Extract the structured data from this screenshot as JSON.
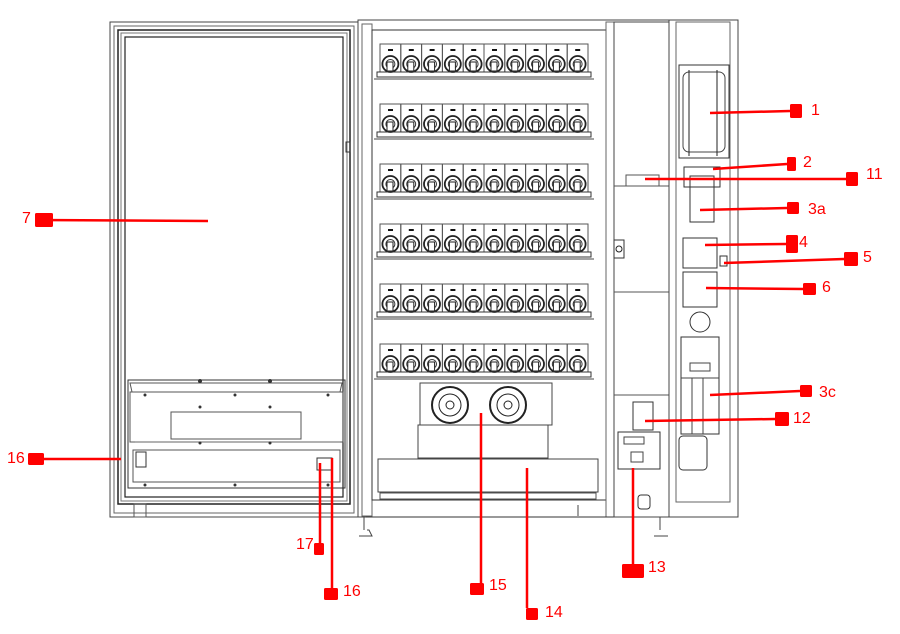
{
  "diagram": {
    "title": "Vending machine component overview (door open)",
    "accent_color": "#ff0000",
    "line_color": "#333333",
    "shelves": {
      "count": 6,
      "spirals_per_shelf": 10
    },
    "callouts": [
      {
        "id": "1",
        "label": "1",
        "target": "bill-validator-recess"
      },
      {
        "id": "2",
        "label": "2",
        "target": "upper-bracket"
      },
      {
        "id": "11",
        "label": "11",
        "target": "service-shelf-tab"
      },
      {
        "id": "3a",
        "label": "3a",
        "target": "card-reader-module"
      },
      {
        "id": "4",
        "label": "4",
        "target": "selection-panel-plate"
      },
      {
        "id": "5",
        "label": "5",
        "target": "lock-switch"
      },
      {
        "id": "6",
        "label": "6",
        "target": "lower-panel-plate"
      },
      {
        "id": "3c",
        "label": "3c",
        "target": "coin-mechanism-tubes"
      },
      {
        "id": "12",
        "label": "12",
        "target": "service-switch"
      },
      {
        "id": "13",
        "label": "13",
        "target": "main-control-box"
      },
      {
        "id": "7",
        "label": "7",
        "target": "glass-door"
      },
      {
        "id": "16a",
        "label": "16",
        "target": "door-hinge-bracket-left"
      },
      {
        "id": "17",
        "label": "17",
        "target": "door-switch"
      },
      {
        "id": "16b",
        "label": "16",
        "target": "door-hinge-bracket-right"
      },
      {
        "id": "15",
        "label": "15",
        "target": "condenser-fans"
      },
      {
        "id": "14",
        "label": "14",
        "target": "refrigeration-unit"
      }
    ]
  }
}
